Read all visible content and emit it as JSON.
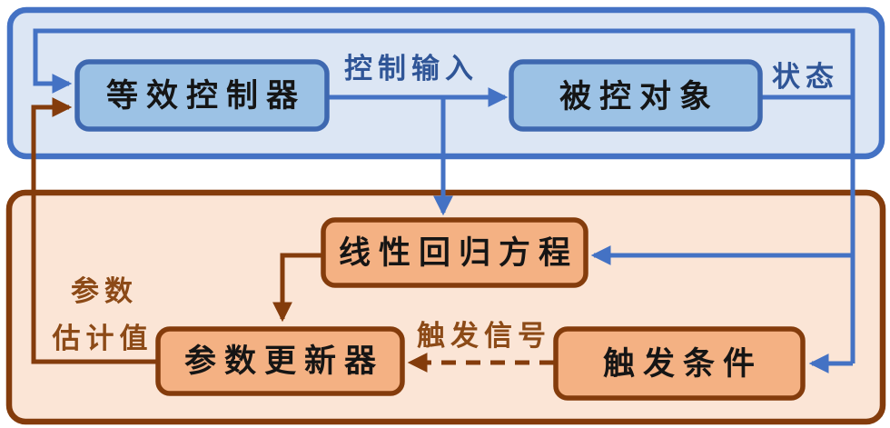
{
  "diagram_title": "event-triggered-adaptive-control-block-diagram",
  "colors": {
    "blue_line": "#4472C4",
    "blue_box_fill": "#9CC2E5",
    "blue_box_stroke": "#3E68B0",
    "blue_container_fill": "#DCE6F4",
    "blue_label_text": "#2F5597",
    "orange_box_fill": "#F4B183",
    "orange_container_fill": "#FBE5D6",
    "brown_line": "#843C0C",
    "brown_label_text": "#8C4A17",
    "node_text": "#151515",
    "background": "#ffffff"
  },
  "nodes": {
    "equivalent_controller": {
      "label": "等效控制器"
    },
    "controlled_plant": {
      "label": "被控对象"
    },
    "linear_regression": {
      "label": "线性回归方程"
    },
    "parameter_updater": {
      "label": "参数更新器"
    },
    "trigger_condition": {
      "label": "触发条件"
    }
  },
  "edge_labels": {
    "control_input": {
      "label": "控制输入"
    },
    "state": {
      "label": "状态"
    },
    "parameter_estimate": {
      "line1": "参数",
      "line2": "估计值"
    },
    "trigger_signal": {
      "label": "触发信号"
    }
  }
}
